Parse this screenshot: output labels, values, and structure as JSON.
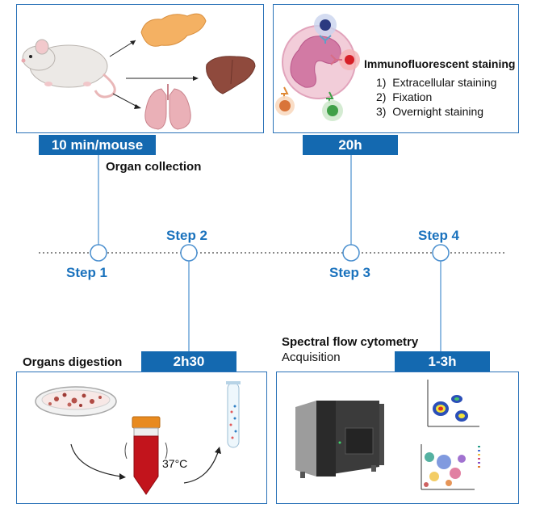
{
  "panel1": {
    "badge": "10 min/mouse",
    "caption": "Organ collection"
  },
  "panel2": {
    "badge": "20h",
    "title": "Immunofluorescent staining",
    "items": [
      "1)  Extracellular staining",
      "2)  Fixation",
      "3)  Overnight staining"
    ]
  },
  "panel3": {
    "title": "Organs digestion",
    "badge": "2h30",
    "temperature": "37°C"
  },
  "panel4": {
    "title": "Spectral flow cytometry",
    "subtitle": "Acquisition",
    "badge": "1-3h"
  },
  "steps": [
    "Step 1",
    "Step 2",
    "Step 3",
    "Step 4"
  ],
  "colors": {
    "accent": "#1469b0",
    "step_text": "#1a72bd",
    "panel_border": "#2a72b8"
  }
}
